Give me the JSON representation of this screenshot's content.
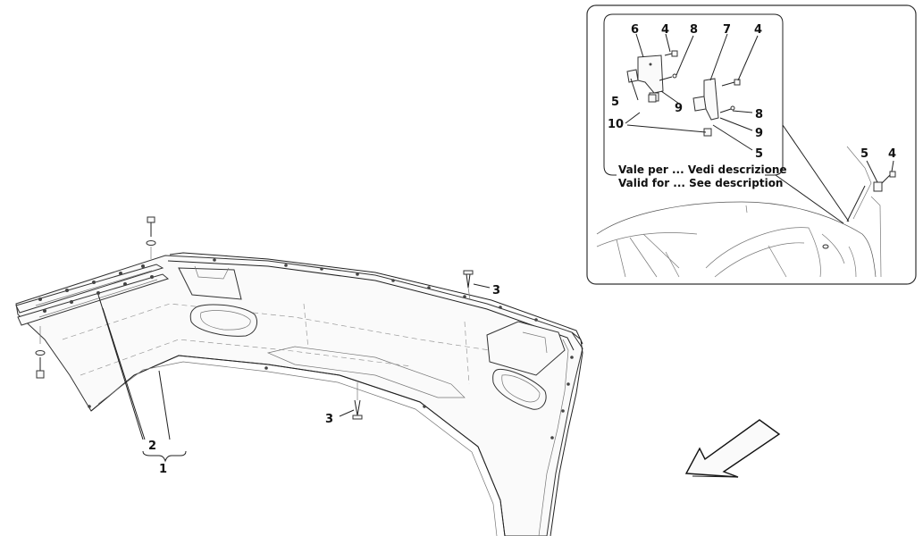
{
  "labels": {
    "l1": "1",
    "l2": "2",
    "l3a": "3",
    "l3b": "3",
    "d6": "6",
    "d4a": "4",
    "d8a": "8",
    "d7": "7",
    "d4b": "4",
    "d5a": "5",
    "d9a": "9",
    "d8b": "8",
    "d10": "10",
    "d9b": "9",
    "d5b": "5",
    "c5": "5",
    "c4": "4"
  },
  "note": {
    "line1": "Vale per ... Vedi descrizione",
    "line2": "Valid for ... See description"
  },
  "icons": [
    "direction-arrow-icon"
  ]
}
